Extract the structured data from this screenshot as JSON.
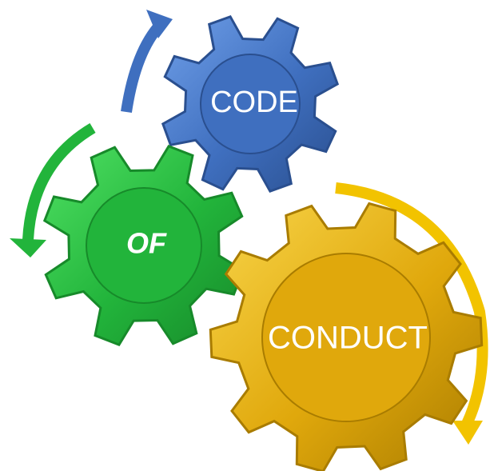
{
  "gears": {
    "code": {
      "label": "CODE",
      "color": "#3f6fbf",
      "edge_color": "#2a4f8f",
      "light_color": "#6f9fe8"
    },
    "of": {
      "label": "OF",
      "color": "#22b43b",
      "edge_color": "#178a2a",
      "light_color": "#4fe063"
    },
    "conduct": {
      "label": "CONDUCT",
      "color": "#e0a80c",
      "edge_color": "#a97c00",
      "light_color": "#f8d54a"
    }
  },
  "arrows": {
    "blue": {
      "color": "#3f6fbf",
      "direction": "clockwise"
    },
    "green": {
      "color": "#22b43b",
      "direction": "counter-clockwise"
    },
    "yellow": {
      "color": "#f2c300",
      "direction": "clockwise"
    }
  }
}
